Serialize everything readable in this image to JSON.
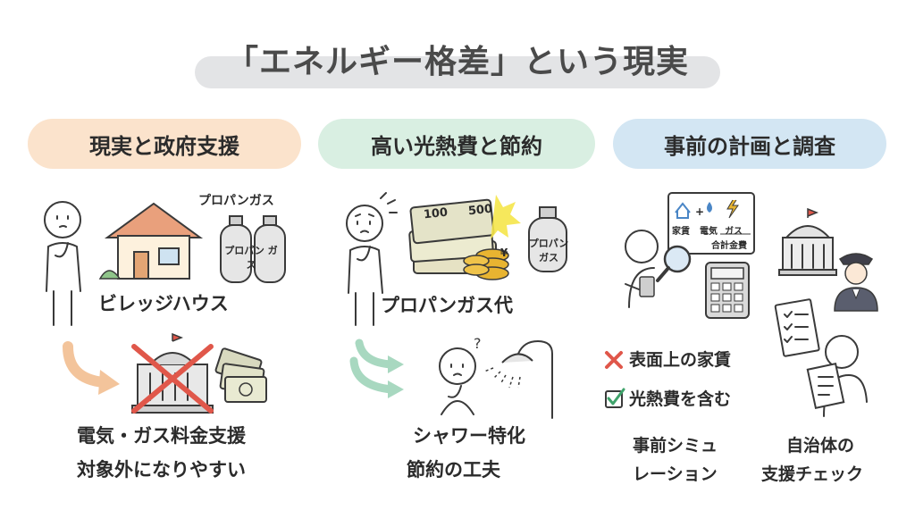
{
  "title": "「エネルギー格差」という現実",
  "columns": [
    {
      "header": "現実と政府支援",
      "icon_labels": {
        "gas_top": "プロパンガス",
        "gas_tank": "プロパン ガス"
      },
      "house_label": "ビレッジハウス",
      "support_label_line1": "電気・ガス料金支援",
      "support_label_line2": "対象外になりやすい"
    },
    {
      "header": "高い光熱費と節約",
      "money": {
        "note1": "100",
        "note2": "500",
        "coin": "¥"
      },
      "gas_tank": "プロパン ガス",
      "cost_label": "プロパンガス代",
      "tip_line1": "シャワー特化",
      "tip_line2": "節約の工夫"
    },
    {
      "header": "事前の計画と調査",
      "sheet": {
        "rent": "家賃",
        "plus": "+",
        "elec": "電気",
        "gas": "ガス",
        "total": "合計金費"
      },
      "bad_check": "表面上の家賃",
      "good_check": "光熱費を含む",
      "sim_line1": "事前シミュ",
      "sim_line2": "レーション",
      "local_line1": "自治体の",
      "local_line2": "支援チェック"
    }
  ],
  "colors": {
    "pill1": "#fbe3cc",
    "pill2": "#d9efe2",
    "pill3": "#d3e6f3",
    "arrow_orange": "#f3c49b",
    "arrow_green": "#a8d8c0",
    "cross_red": "#e0574a"
  }
}
